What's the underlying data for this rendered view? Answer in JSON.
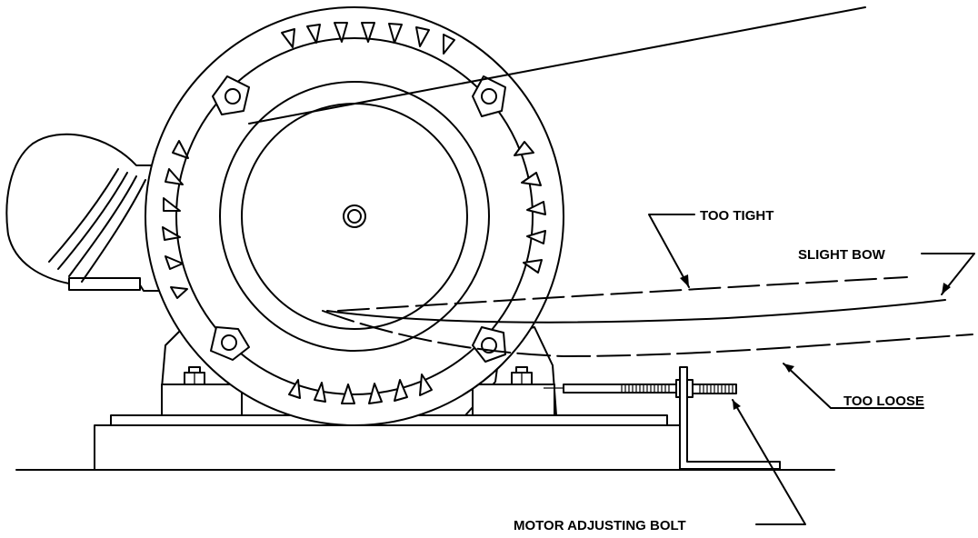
{
  "labels": {
    "too_tight": "TOO TIGHT",
    "slight_bow": "SLIGHT BOW",
    "too_loose": "TOO LOOSE",
    "motor_adjusting_bolt": "MOTOR ADJUSTING BOLT"
  },
  "colors": {
    "line": "#000000",
    "background": "#ffffff"
  }
}
